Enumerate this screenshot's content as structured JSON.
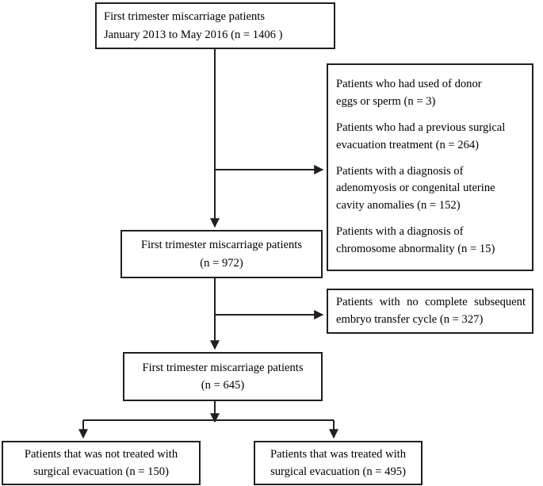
{
  "diagram": {
    "title": "First trimester miscarriage patient selection flow",
    "stroke_color": "#231f20",
    "background_color": "#ffffff",
    "nodes": {
      "cohort_initial": {
        "line1": "First trimester miscarriage patients",
        "line2": "January 2013 to May 2016 (n = 1406 )"
      },
      "cohort_after_first_exclusion": {
        "line1": "First trimester miscarriage patients",
        "line2": "(n = 972)"
      },
      "cohort_final": {
        "line1": "First trimester miscarriage patients",
        "line2": "(n = 645)"
      },
      "group_not_treated": {
        "line1": "Patients that was not treated with",
        "line2": "surgical evacuation (n = 150)"
      },
      "group_treated": {
        "line1": "Patients that was treated with",
        "line2": "surgical evacuation (n = 495)"
      }
    },
    "exclusions_first": {
      "item1_line1": "Patients who had used of donor",
      "item1_line2": "eggs or sperm (n = 3)",
      "item2_line1": "Patients who had a previous surgical",
      "item2_line2": "evacuation treatment (n = 264)",
      "item3_line1": "Patients with a diagnosis of",
      "item3_line2": "adenomyosis or congenital uterine",
      "item3_line3": "cavity anomalies (n = 152)",
      "item4_line1": "Patients with a diagnosis of",
      "item4_line2": "chromosome abnormality (n = 15)"
    },
    "exclusions_second": {
      "item1_line1_w1": "Patients",
      "item1_line1_w2": "with",
      "item1_line1_w3": "no",
      "item1_line1_w4": "complete",
      "item1_line1_w5": "subsequent",
      "item1_line2": "embryo transfer cycle (n = 327)"
    }
  }
}
